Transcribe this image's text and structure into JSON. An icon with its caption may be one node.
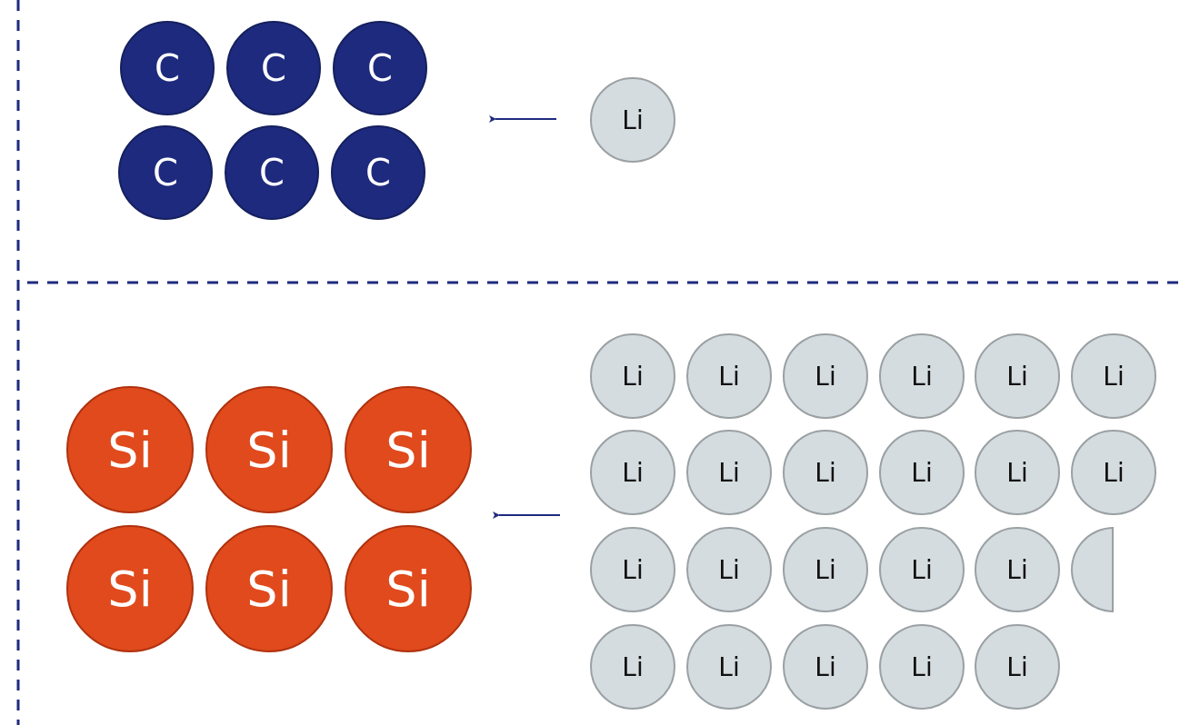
{
  "diagram": {
    "nodes": [
      {
        "text": [
          "C"
        ]
      },
      {
        "text": [
          "C"
        ]
      },
      {
        "text": [
          "C"
        ]
      },
      {
        "text": [
          "C"
        ]
      },
      {
        "text": [
          "C"
        ]
      },
      {
        "text": [
          "C"
        ]
      },
      {
        "text": [
          "Li"
        ]
      },
      {
        "text": [
          "Si"
        ]
      },
      {
        "text": [
          "Si"
        ]
      },
      {
        "text": [
          "Si"
        ]
      },
      {
        "text": [
          "Si"
        ]
      },
      {
        "text": [
          "Si"
        ]
      },
      {
        "text": [
          "Si"
        ]
      },
      {
        "text": [
          "Li"
        ]
      },
      {
        "text": [
          "Li"
        ]
      },
      {
        "text": [
          "Li"
        ]
      },
      {
        "text": [
          "Li"
        ]
      },
      {
        "text": [
          "Li"
        ]
      },
      {
        "text": [
          "Li"
        ]
      },
      {
        "text": [
          "Li"
        ]
      },
      {
        "text": [
          "Li"
        ]
      },
      {
        "text": [
          "Li"
        ]
      },
      {
        "text": [
          "Li"
        ]
      },
      {
        "text": [
          "Li"
        ]
      },
      {
        "text": [
          "Li"
        ]
      },
      {
        "text": [
          "Li"
        ]
      },
      {
        "text": [
          "Li"
        ]
      },
      {
        "text": [
          "Li"
        ]
      },
      {
        "text": [
          "Li"
        ]
      },
      {
        "text": [
          "Li"
        ]
      },
      {
        "text": [],
        "shape": "half-circle"
      },
      {
        "text": [
          "Li"
        ]
      },
      {
        "text": [
          "Li"
        ]
      },
      {
        "text": [
          "Li"
        ]
      },
      {
        "text": [
          "Li"
        ]
      },
      {
        "text": [
          "Li"
        ]
      }
    ]
  }
}
